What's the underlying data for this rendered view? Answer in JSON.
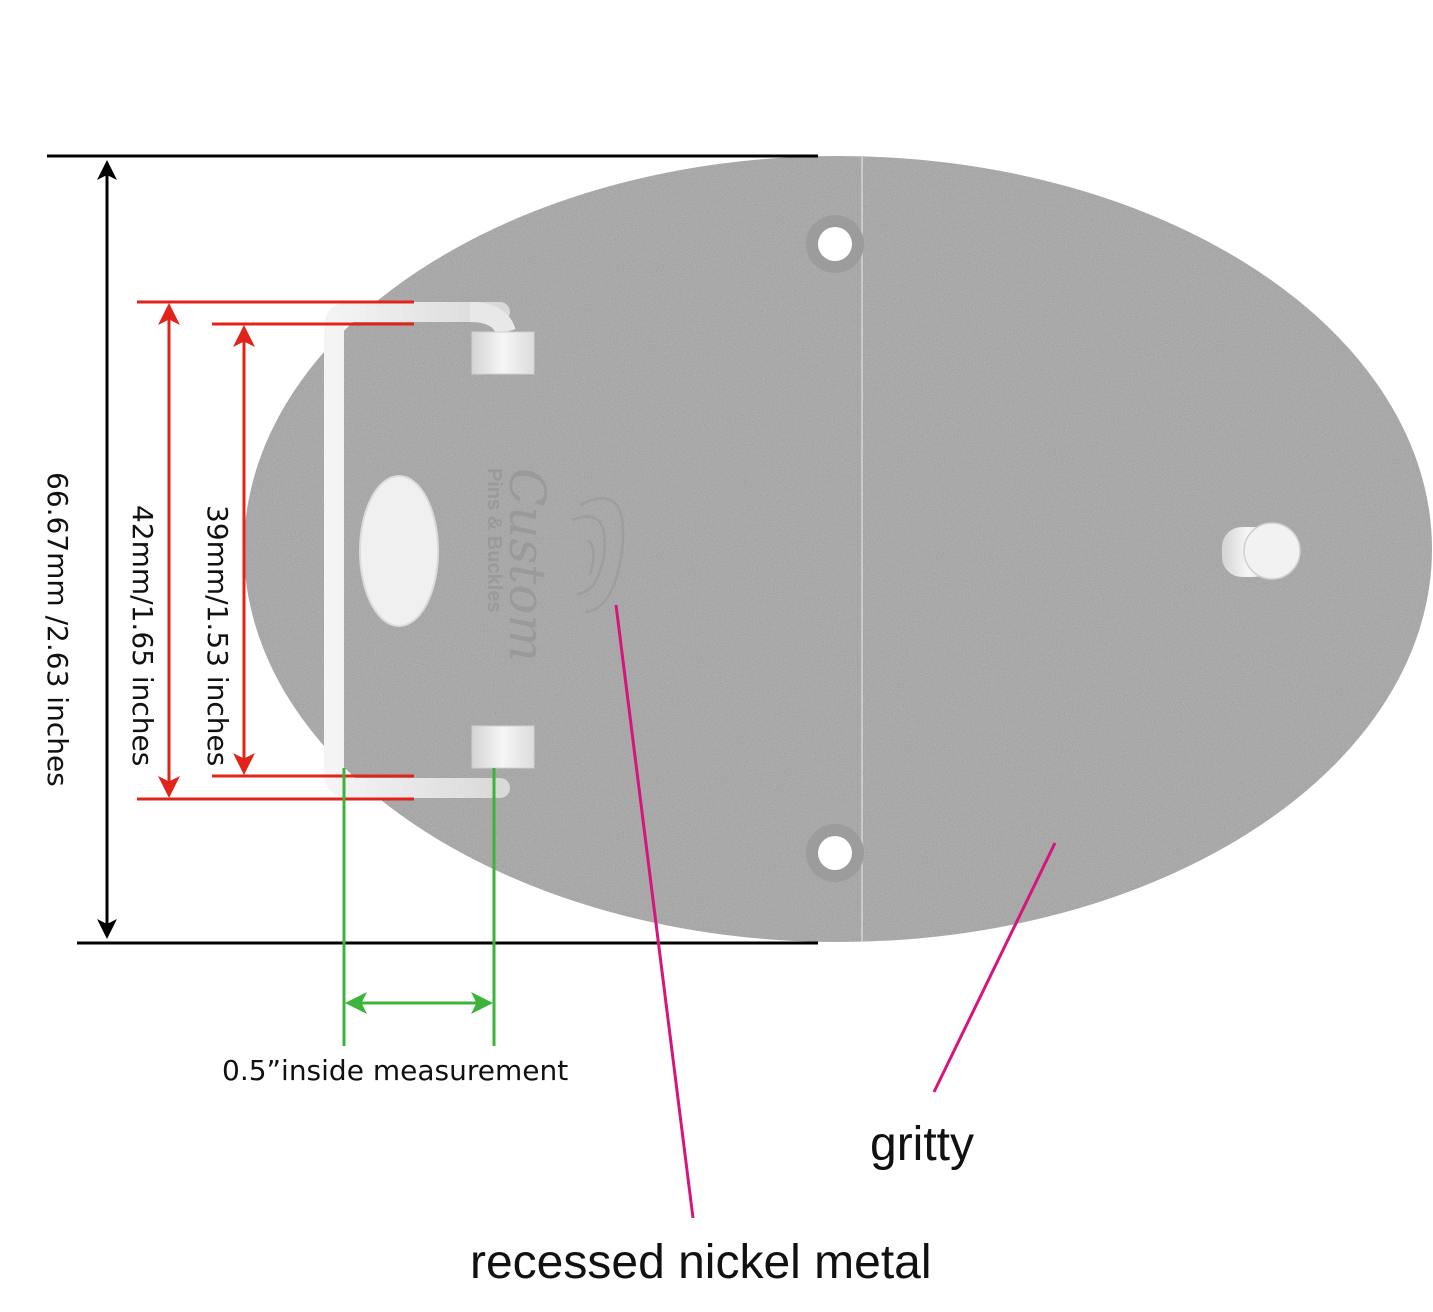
{
  "colors": {
    "plate": "#b4b4b4",
    "plate_edge": "#a9a9a9",
    "outer_dimension": "#000000",
    "inner_dimension": "#e2231a",
    "inside_measurement": "#3cb43c",
    "pointer": "#d6157c",
    "hardware": "#ececec"
  },
  "dimensions": {
    "overall_height": "66.67mm /2.63 inches",
    "loop_outer_height": "42mm/1.65 inches",
    "loop_inner_height": "39mm/1.53 inches",
    "inside_width": "0.5”inside measurement"
  },
  "callouts": {
    "recessed": "recessed nickel metal",
    "texture": "gritty"
  },
  "logo": {
    "script": "Custom",
    "subtitle": "Pins & Buckles"
  },
  "icons": {
    "pointer_recessed": "pointer-line-icon",
    "pointer_texture": "pointer-line-icon"
  }
}
